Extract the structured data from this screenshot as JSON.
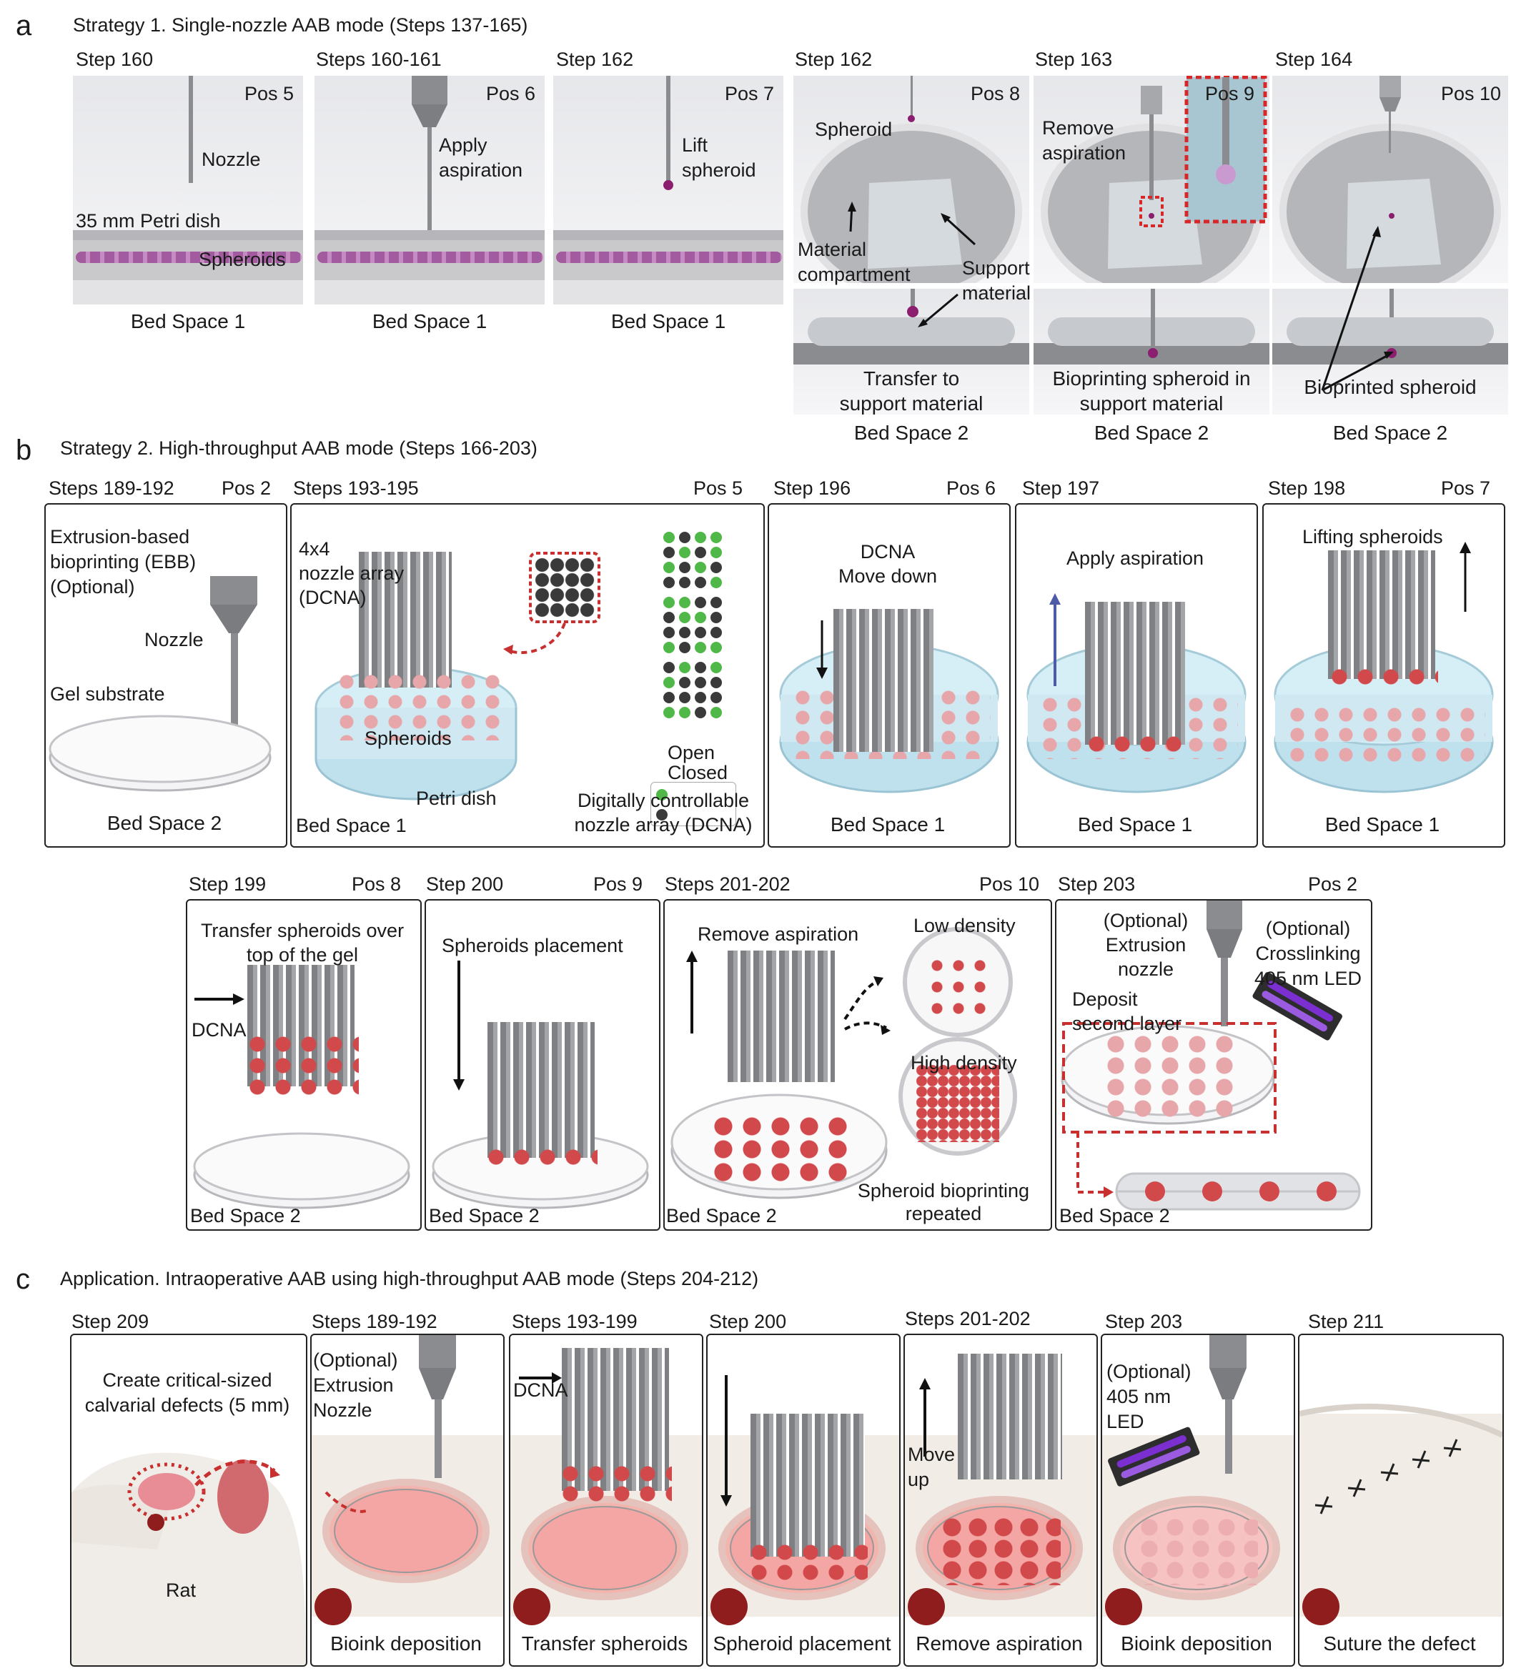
{
  "colors": {
    "spheroid": "#d1494a",
    "spheroid_light": "#e8a4a7",
    "open": "#4fb848",
    "closed": "#3a3a3a",
    "dish": "#cfe8f1",
    "nozzle": "#8a8c90",
    "magenta": "#8b1e6e",
    "dashed_red": "#c8302f",
    "uv": "#7b2fd0"
  },
  "a": {
    "label": "a",
    "title": "Strategy 1. Single-nozzle AAB mode (Steps 137-165)",
    "panels": [
      {
        "step": "Step 160",
        "pos": "Pos 5",
        "bed": "Bed Space 1",
        "nozzle": "Nozzle",
        "dish": "35 mm Petri dish",
        "spheroids": "Spheroids"
      },
      {
        "step": "Steps 160-161",
        "pos": "Pos 6",
        "bed": "Bed Space 1",
        "text": "Apply\naspiration"
      },
      {
        "step": "Step 162",
        "pos": "Pos 7",
        "bed": "Bed Space 1",
        "text": "Lift\nspheroid"
      },
      {
        "step": "Step 162",
        "pos": "Pos 8",
        "bed": "Bed Space 2",
        "spheroid": "Spheroid",
        "material": "Material\ncompartment",
        "support": "Support\nmaterial",
        "caption": "Transfer to\nsupport material"
      },
      {
        "step": "Step 163",
        "pos": "Pos 9",
        "bed": "Bed Space 2",
        "text": "Remove\naspiration",
        "caption": "Bioprinting spheroid in\nsupport material"
      },
      {
        "step": "Step 164",
        "pos": "Pos 10",
        "bed": "Bed Space 2",
        "caption": "Bioprinted spheroid"
      }
    ]
  },
  "b": {
    "label": "b",
    "title": "Strategy 2. High-throughput AAB mode (Steps 166-203)",
    "row1": [
      {
        "step": "Steps 189-192",
        "pos": "Pos 2",
        "bed": "Bed Space 2",
        "ebb": "Extrusion-based\nbioprinting (EBB)\n(Optional)",
        "nozzle": "Nozzle",
        "gel": "Gel substrate"
      },
      {
        "step": "Steps 193-195",
        "pos": "Pos 5",
        "bed": "Bed Space 1",
        "array": "4x4\nnozzle array\n(DCNA)",
        "spheroids": "Spheroids",
        "dish": "Petri dish",
        "open": "Open",
        "closed": "Closed",
        "dcna": "Digitally controllable\nnozzle array (DCNA)"
      },
      {
        "step": "Step 196",
        "pos": "Pos 6",
        "bed": "Bed Space 1",
        "text": "DCNA\nMove down"
      },
      {
        "step": "Step 197",
        "pos": "",
        "bed": "Bed Space 1",
        "text": "Apply aspiration"
      },
      {
        "step": "Step 198",
        "pos": "Pos 7",
        "bed": "Bed Space 1",
        "text": "Lifting spheroids"
      }
    ],
    "row2": [
      {
        "step": "Step 199",
        "pos": "Pos 8",
        "bed": "Bed Space 2",
        "text": "Transfer spheroids over\ntop of the gel",
        "dcna": "DCNA"
      },
      {
        "step": "Step 200",
        "pos": "Pos 9",
        "bed": "Bed Space 2",
        "text": "Spheroids placement"
      },
      {
        "step": "Steps 201-202",
        "pos": "Pos 10",
        "bed": "Bed Space 2",
        "text": "Remove aspiration",
        "low": "Low density",
        "high": "High density",
        "repeat": "Spheroid bioprinting\nrepeated"
      },
      {
        "step": "Step 203",
        "pos": "Pos 2",
        "bed": "Bed Space 2",
        "ext": "(Optional)\nExtrusion\nnozzle",
        "cross": "(Optional)\nCrosslinking\n405 nm LED",
        "deposit": "Deposit\nsecond layer"
      }
    ],
    "grid_rows": [
      [
        "open",
        "closed",
        "open",
        "open"
      ],
      [
        "closed",
        "open",
        "closed",
        "open"
      ],
      [
        "open",
        "closed",
        "open",
        "closed"
      ],
      [
        "closed",
        "closed",
        "closed",
        "open"
      ],
      [
        "open",
        "open",
        "closed",
        "closed"
      ],
      [
        "closed",
        "open",
        "open",
        "closed"
      ],
      [
        "closed",
        "closed",
        "closed",
        "closed"
      ],
      [
        "open",
        "closed",
        "open",
        "open"
      ],
      [
        "closed",
        "open",
        "closed",
        "open"
      ],
      [
        "open",
        "closed",
        "closed",
        "closed"
      ],
      [
        "closed",
        "closed",
        "closed",
        "closed"
      ],
      [
        "open",
        "open",
        "closed",
        "open"
      ]
    ]
  },
  "c": {
    "label": "c",
    "title": "Application. Intraoperative AAB using high-throughput AAB mode (Steps 204-212)",
    "panels": [
      {
        "step": "Step 209",
        "text": "Create critical-sized\ncalvarial defects (5 mm)",
        "rat": "Rat",
        "caption": ""
      },
      {
        "step": "Steps 189-192",
        "text": "(Optional)\nExtrusion\nNozzle",
        "caption": "Bioink deposition"
      },
      {
        "step": "Steps 193-199",
        "text": "DCNA",
        "caption": "Transfer spheroids"
      },
      {
        "step": "Step 200",
        "text": "",
        "caption": "Spheroid placement"
      },
      {
        "step": "Steps 201-202",
        "text": "Move\nup",
        "caption": "Remove aspiration"
      },
      {
        "step": "Step 203",
        "text": "(Optional)\n405 nm\nLED",
        "caption": "Bioink deposition"
      },
      {
        "step": "Step 211",
        "text": "",
        "caption": "Suture the defect"
      }
    ]
  }
}
